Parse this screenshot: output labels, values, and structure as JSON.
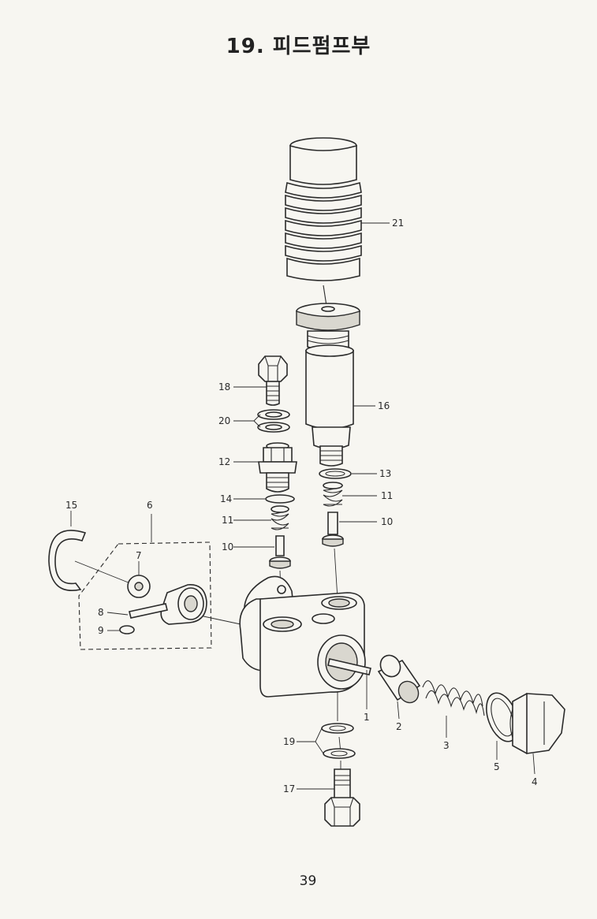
{
  "title": "19. 피드펌프부",
  "page_number": "39",
  "callouts": {
    "p1": "1",
    "p2": "2",
    "p3": "3",
    "p4": "4",
    "p5": "5",
    "p6": "6",
    "p7": "7",
    "p8": "8",
    "p9": "9",
    "p10a": "10",
    "p10b": "10",
    "p11a": "11",
    "p11b": "11",
    "p12": "12",
    "p13": "13",
    "p14": "14",
    "p15": "15",
    "p16": "16",
    "p17": "17",
    "p18": "18",
    "p19": "19",
    "p20": "20",
    "p21": "21"
  }
}
